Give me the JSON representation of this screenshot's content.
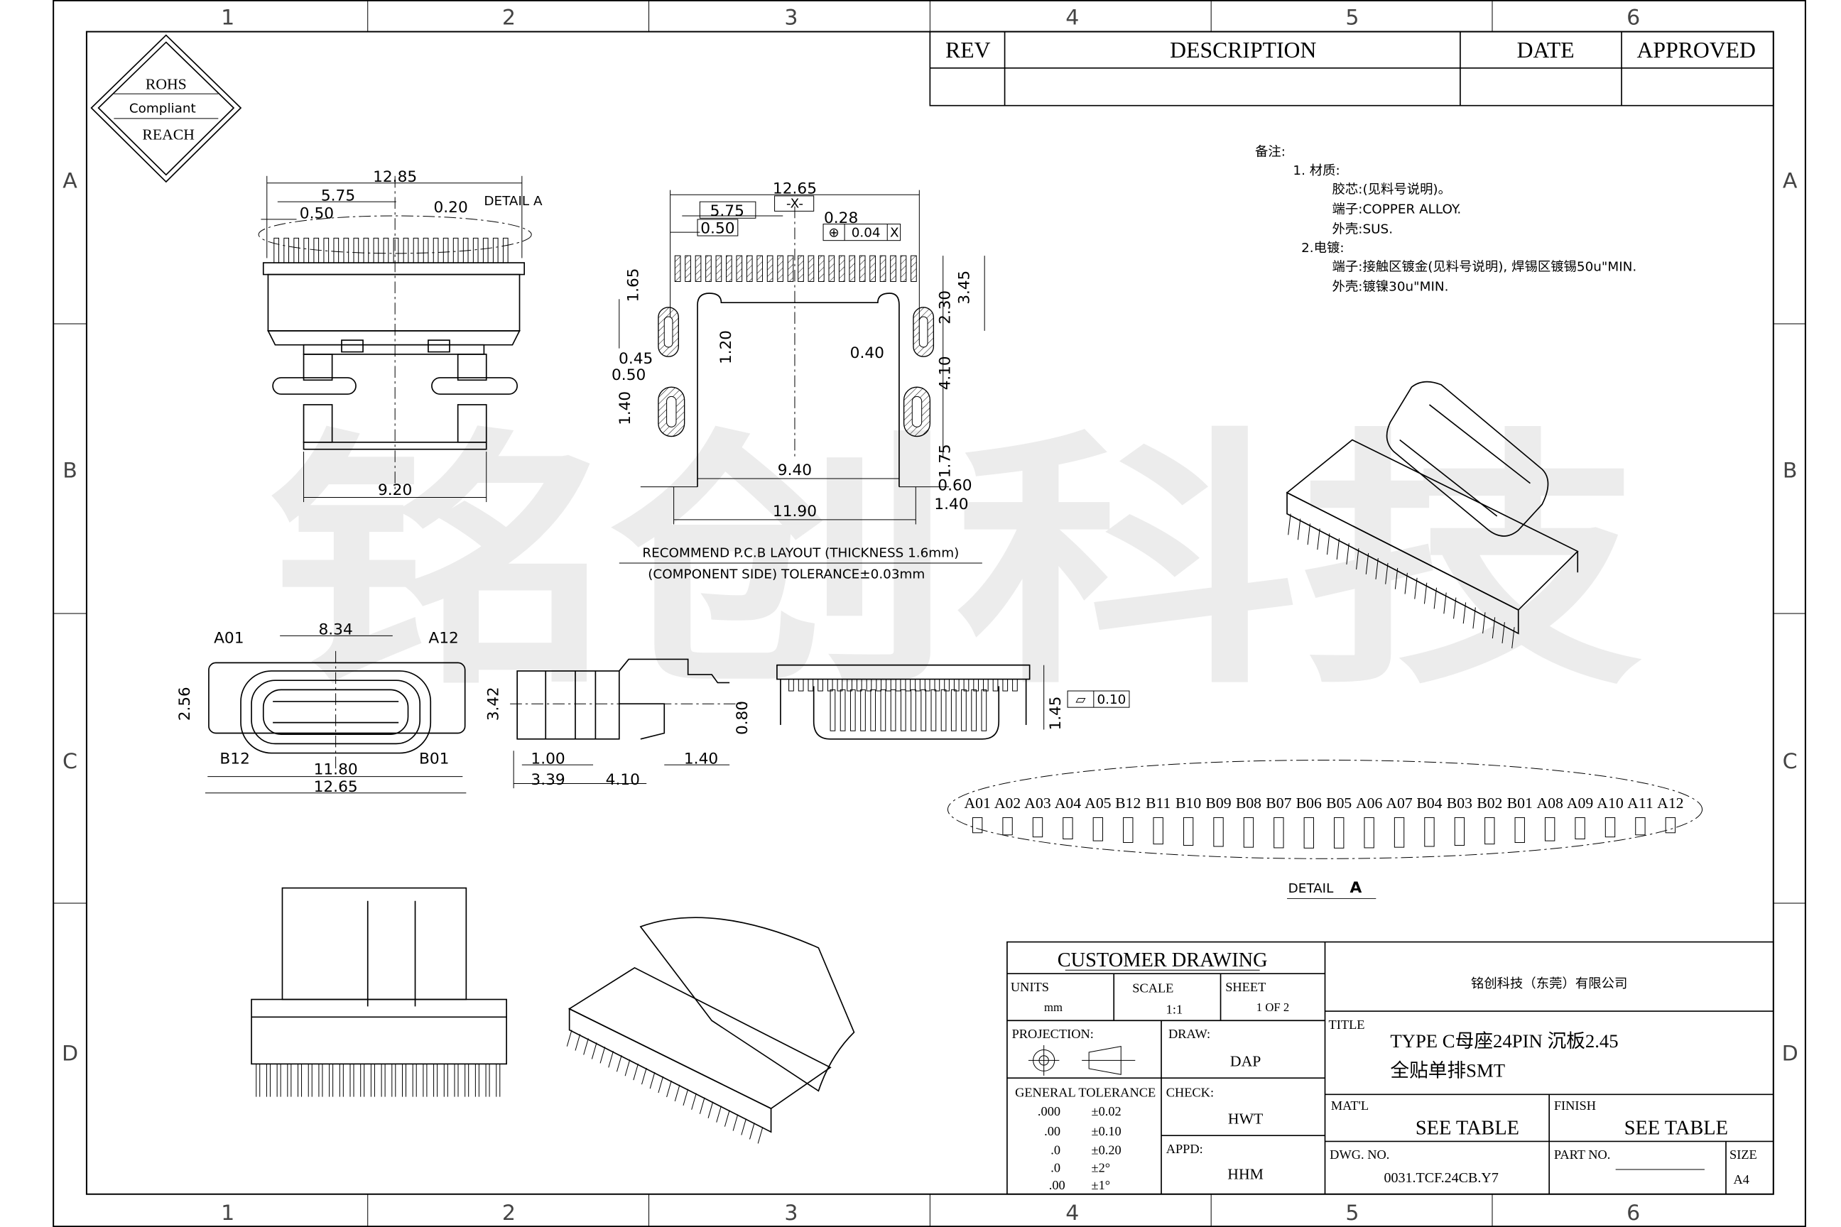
{
  "zones": {
    "columns": [
      "1",
      "2",
      "3",
      "4",
      "5",
      "6"
    ],
    "rows": [
      "A",
      "B",
      "C",
      "D"
    ]
  },
  "logo": {
    "line1": "ROHS",
    "line2": "Compliant",
    "line3": "REACH"
  },
  "watermark": "铭创科技",
  "revision_table": {
    "headers": [
      "REV",
      "DESCRIPTION",
      "DATE",
      "APPROVED"
    ]
  },
  "notes": {
    "heading": "备注:",
    "lines": [
      "1.  材质:",
      "胶芯:(见料号说明)。",
      "端子:COPPER ALLOY.",
      "外壳:SUS.",
      "2.电镀:",
      "端子:接触区镀金(见料号说明), 焊锡区镀锡50u\"MIN.",
      "外壳:镀镍30u\"MIN."
    ]
  },
  "top_view": {
    "dims": [
      "12.85",
      "5.75",
      "0.50",
      "0.20",
      "9.20"
    ],
    "detail_callout": "DETAIL A"
  },
  "pcb_layout": {
    "dims": [
      "12.65",
      "5.75",
      "0.50",
      "0.28",
      "1.65",
      "0.45",
      "0.50",
      "1.40",
      "1.20",
      "0.40",
      "2.30",
      "3.45",
      "4.10",
      "1.75",
      "9.40",
      "0.60",
      "1.40",
      "11.90"
    ],
    "datum": "-X-",
    "position_tolerance": {
      "symbol": "⊕",
      "value": "0.04",
      "datum": "X"
    },
    "caption_line1": "RECOMMEND P.C.B LAYOUT (THICKNESS 1.6mm)",
    "caption_line2": "(COMPONENT SIDE) TOLERANCE±0.03mm"
  },
  "front_view": {
    "dims": [
      "8.34",
      "2.56",
      "11.80",
      "12.65"
    ],
    "pin_labels": [
      "A01",
      "A12",
      "B12",
      "B01"
    ]
  },
  "side_view": {
    "dims": [
      "3.42",
      "0.80",
      "1.00",
      "1.40",
      "3.39",
      "4.10"
    ]
  },
  "rear_view": {
    "dims": [
      "1.45"
    ],
    "flatness": {
      "symbol": "⏥",
      "value": "0.10"
    }
  },
  "detail_a": {
    "pins": [
      "A01",
      "A02",
      "A03",
      "A04",
      "A05",
      "B12",
      "B11",
      "B10",
      "B09",
      "B08",
      "B07",
      "B06",
      "B05",
      "A06",
      "A07",
      "B04",
      "B03",
      "B02",
      "B01",
      "A08",
      "A09",
      "A10",
      "A11",
      "A12"
    ],
    "label": "DETAIL",
    "label_letter": "A"
  },
  "title_block": {
    "customer_drawing": "CUSTOMER DRAWING",
    "units_label": "UNITS",
    "units_value": "mm",
    "scale_label": "SCALE",
    "scale_value": "1:1",
    "sheet_label": "SHEET",
    "sheet_value": "1 OF 2",
    "projection_label": "PROJECTION:",
    "draw_label": "DRAW:",
    "draw_value": "DAP",
    "check_label": "CHECK:",
    "check_value": "HWT",
    "appd_label": "APPD:",
    "appd_value": "HHM",
    "general_tolerance_label": "GENERAL  TOLERANCE",
    "tolerances": [
      {
        "precision": ".000",
        "value": "±0.02"
      },
      {
        "precision": ".00",
        "value": "±0.10"
      },
      {
        "precision": ".0",
        "value": "±0.20"
      },
      {
        "precision": ".0",
        "value": "±2°"
      },
      {
        "precision": ".00",
        "value": "±1°"
      }
    ],
    "company": "铭创科技（东莞）有限公司",
    "title_label": "TITLE",
    "title_line1": "TYPE C母座24PIN 沉板2.45",
    "title_line2": "全贴单排SMT",
    "matl_label": "MAT'L",
    "matl_value": "SEE TABLE",
    "finish_label": "FINISH",
    "finish_value": "SEE TABLE",
    "dwg_no_label": "DWG. NO.",
    "dwg_no_value": "0031.TCF.24CB.Y7",
    "part_no_label": "PART NO.",
    "size_label": "SIZE",
    "size_value": "A4"
  }
}
